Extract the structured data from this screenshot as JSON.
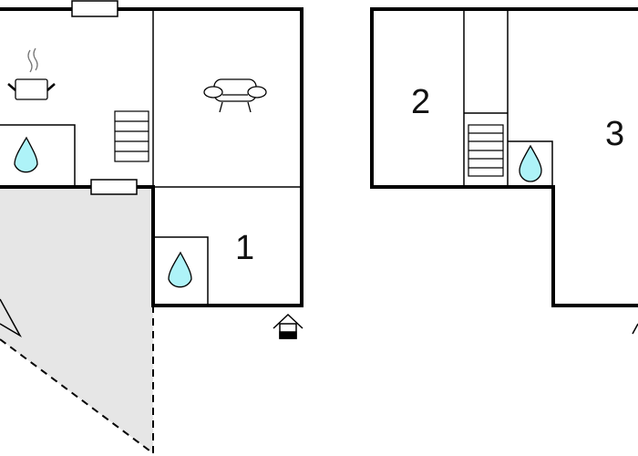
{
  "rooms": {
    "room_1": "1",
    "room_2": "2",
    "room_3": "3"
  },
  "colors": {
    "wall": "#000000",
    "water": "#aef3f8",
    "terrace": "#e6e6e6"
  },
  "icons": [
    "cooking-pot-icon",
    "sofa-icon",
    "stairs-icon",
    "water-drop-icon",
    "entrance-icon"
  ]
}
